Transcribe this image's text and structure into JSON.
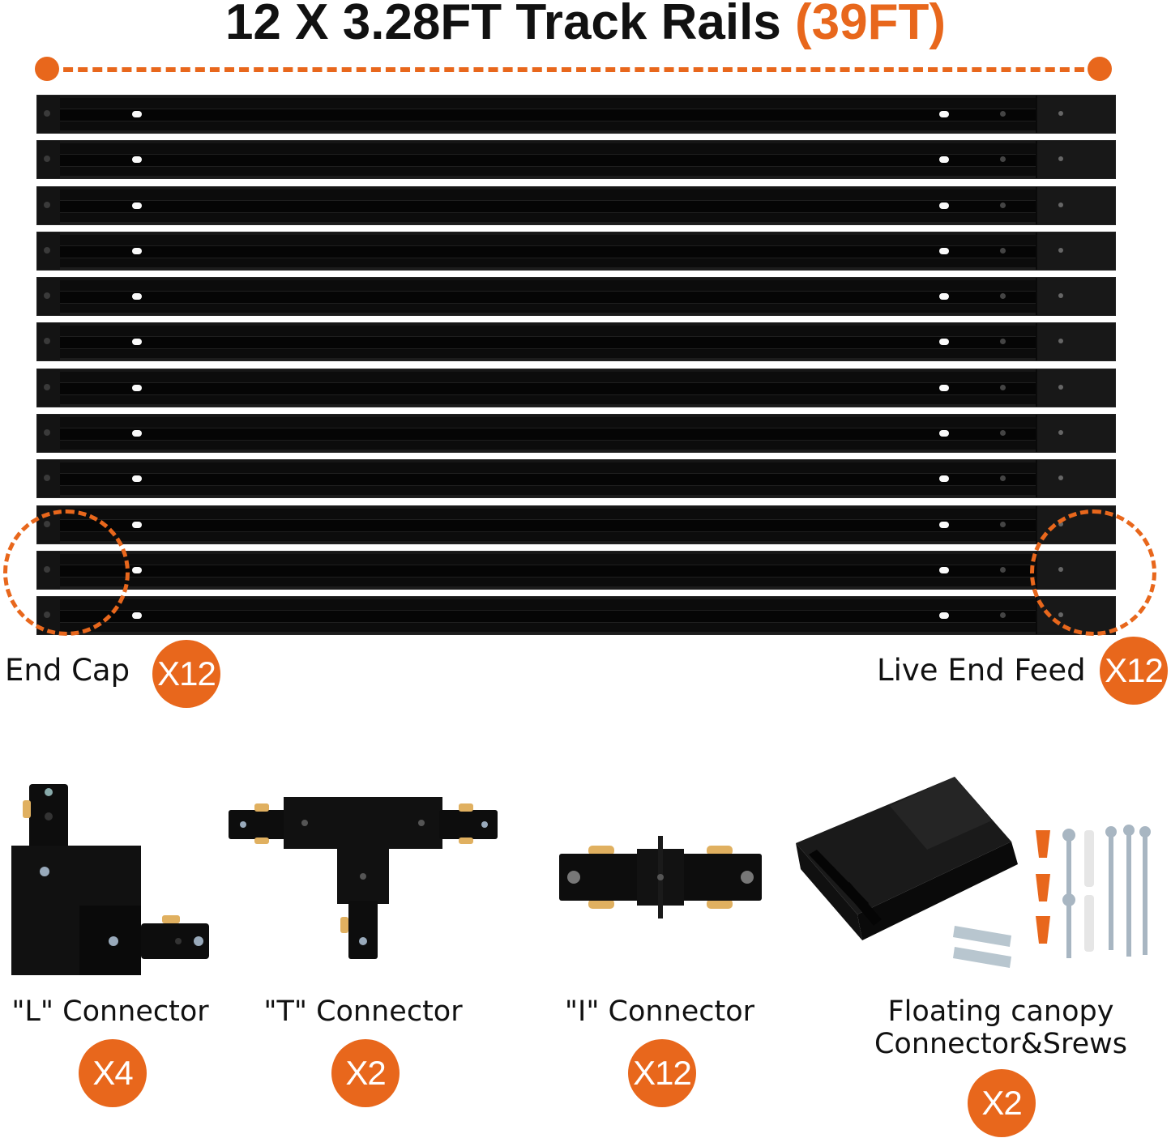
{
  "header": {
    "title_main": "12 X 3.28FT Track Rails ",
    "title_accent": "(39FT)"
  },
  "colors": {
    "accent": "#e8671c",
    "rail": "#0c0c0c"
  },
  "rails": {
    "count": 12
  },
  "callouts": {
    "end_cap": {
      "label": "End Cap",
      "qty": "X12"
    },
    "live_end_feed": {
      "label": "Live End Feed",
      "qty": "X12"
    }
  },
  "parts": [
    {
      "label": "\"L\" Connector",
      "qty": "X4",
      "icon": "l-connector-icon"
    },
    {
      "label": "\"T\" Connector",
      "qty": "X2",
      "icon": "t-connector-icon"
    },
    {
      "label": "\"I\" Connector",
      "qty": "X12",
      "icon": "i-connector-icon"
    },
    {
      "label_line1": "Floating canopy",
      "label_line2": "Connector&Srews",
      "qty": "X2",
      "icon": "canopy-connector-icon"
    }
  ]
}
